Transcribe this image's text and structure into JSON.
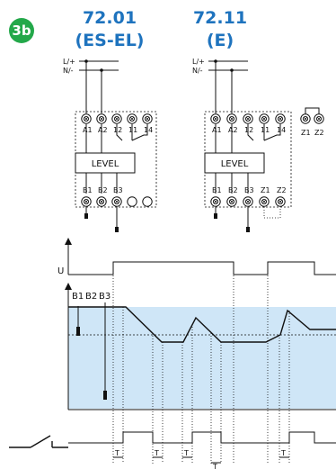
{
  "badge": "3b",
  "colors": {
    "title": "#1e73be",
    "badge": "#23a84a",
    "band": "#cfe6f7"
  },
  "diagram_left": {
    "code": "72.01",
    "variant": "(ES-EL)",
    "supply": [
      "L/+",
      "N/-"
    ],
    "top_terminals": [
      "A1",
      "A2",
      "12",
      "11",
      "14"
    ],
    "module": "LEVEL",
    "bottom_terminals": [
      "B1",
      "B2",
      "B3"
    ]
  },
  "diagram_right": {
    "code": "72.11",
    "variant": "(E)",
    "supply": [
      "L/+",
      "N/-"
    ],
    "top_terminals": [
      "A1",
      "A2",
      "12",
      "11",
      "14"
    ],
    "side_terminals": [
      "Z1",
      "Z2"
    ],
    "module": "LEVEL",
    "bottom_terminals": [
      "B1",
      "B2",
      "B3",
      "Z1",
      "Z2"
    ]
  },
  "timing": {
    "supply_label": "U",
    "probe_labels": [
      "B1",
      "B2",
      "B3"
    ],
    "delay_label": "T"
  }
}
